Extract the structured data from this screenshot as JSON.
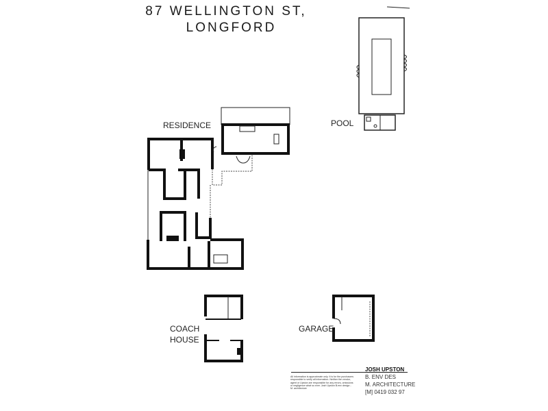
{
  "title": {
    "line1": "87 WELLINGTON ST,",
    "line2": "LONGFORD"
  },
  "labels": {
    "residence": "RESIDENCE",
    "pool": "POOL",
    "coach_house_1": "COACH",
    "coach_house_2": "HOUSE",
    "garage": "GARAGE"
  },
  "footer": {
    "name": "JOSH UPSTON",
    "line1": "B. ENV DES",
    "line2": "M. ARCHITECTURE",
    "phone": "[M] 0419 032 97",
    "disclaimer": "All information is approximate only. It is for the purchasers responsible to verify all information. Neither the vendor, agent or Upston are responsible for any errors, omissions or negligence what so ever. Josh Upston B.env design - M. architecture"
  }
}
